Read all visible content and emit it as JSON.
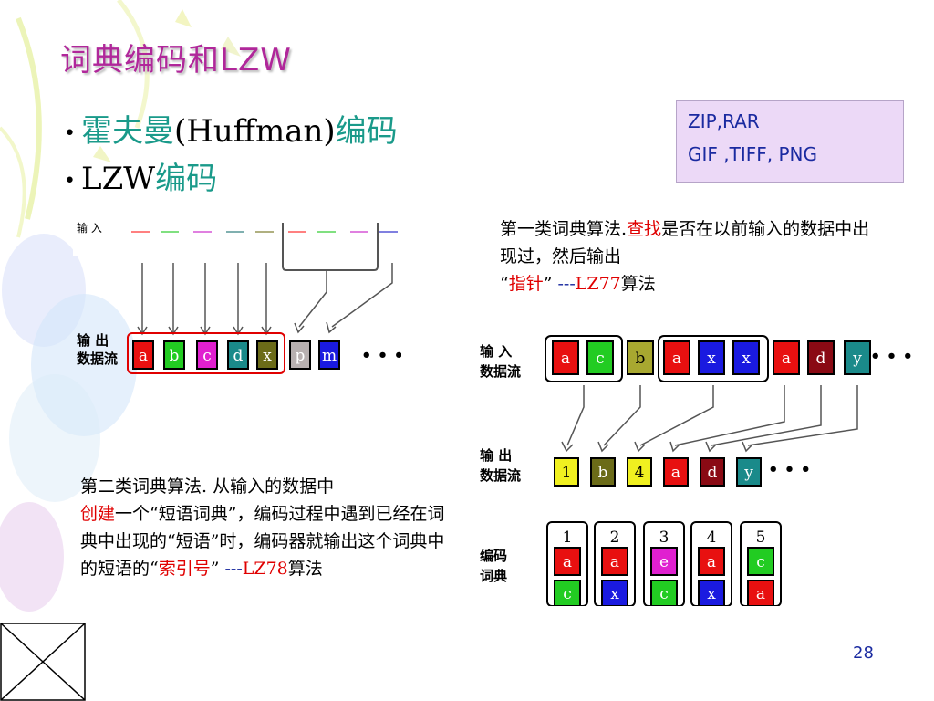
{
  "slide": {
    "title": "词典编码和LZW",
    "bullets": [
      {
        "text": "霍夫曼",
        "text2": "(Huffman)",
        "text3": "编码"
      },
      {
        "text": "LZW",
        "text2": "编码"
      }
    ],
    "formats": [
      "ZIP,RAR",
      "GIF ,TIFF, PNG"
    ],
    "lz77_desc": {
      "p1": "第一类词典算法.",
      "p2": "查找",
      "p3": "是否在以前输入的数据中出现过，然后输出",
      "p4": "“",
      "p5": "指针",
      "p6": "” ",
      "p7": "---",
      "p8": "LZ77",
      "p9": "算法"
    },
    "lz78_desc": {
      "p1": "第二类词典算法. 从输入的数据中",
      "p2": "创建",
      "p3": "一个“短语词典”，编码过程中遇到已经在词典中出现的“短语”时，编码器就输出这个词典中的短语的“",
      "p4": "索引号",
      "p5": "” ",
      "p6": "---",
      "p7": "LZ78",
      "p8": "算法"
    },
    "page_number": "28"
  },
  "diagram_lz78": {
    "output_label": [
      "输 出",
      "数据流"
    ],
    "output_cells": [
      "a",
      "b",
      "c",
      "d",
      "x",
      "p",
      "m"
    ],
    "ellipsis": "• • •"
  },
  "diagram_lz77": {
    "input_label": [
      "输 入",
      "数据流"
    ],
    "output_label": [
      "输 出",
      "数据流"
    ],
    "dict_label": [
      "编码",
      "词典"
    ],
    "input_cells": [
      "a",
      "c",
      "b",
      "a",
      "x",
      "x",
      "a",
      "d",
      "y"
    ],
    "output_cells": [
      "1",
      "b",
      "4",
      "a",
      "d",
      "y"
    ],
    "dict_index": [
      "1",
      "2",
      "3",
      "4",
      "5"
    ],
    "dict_row1": [
      "a",
      "a",
      "e",
      "a",
      "c"
    ],
    "dict_row2": [
      "c",
      "x",
      "c",
      "x",
      "a"
    ],
    "ellipsis": "• • •"
  },
  "colors": {
    "title": "#b0279a",
    "teal": "#1a9a8a",
    "red_cell": "#e81010",
    "green_cell": "#22cc22",
    "magenta_cell": "#e020d0",
    "teal_cell": "#1a8a8a",
    "olive_cell": "#6b6b18",
    "blue_cell": "#1a1ae0",
    "maroon_cell": "#8a0a14",
    "yellow_cell": "#f0f020"
  }
}
